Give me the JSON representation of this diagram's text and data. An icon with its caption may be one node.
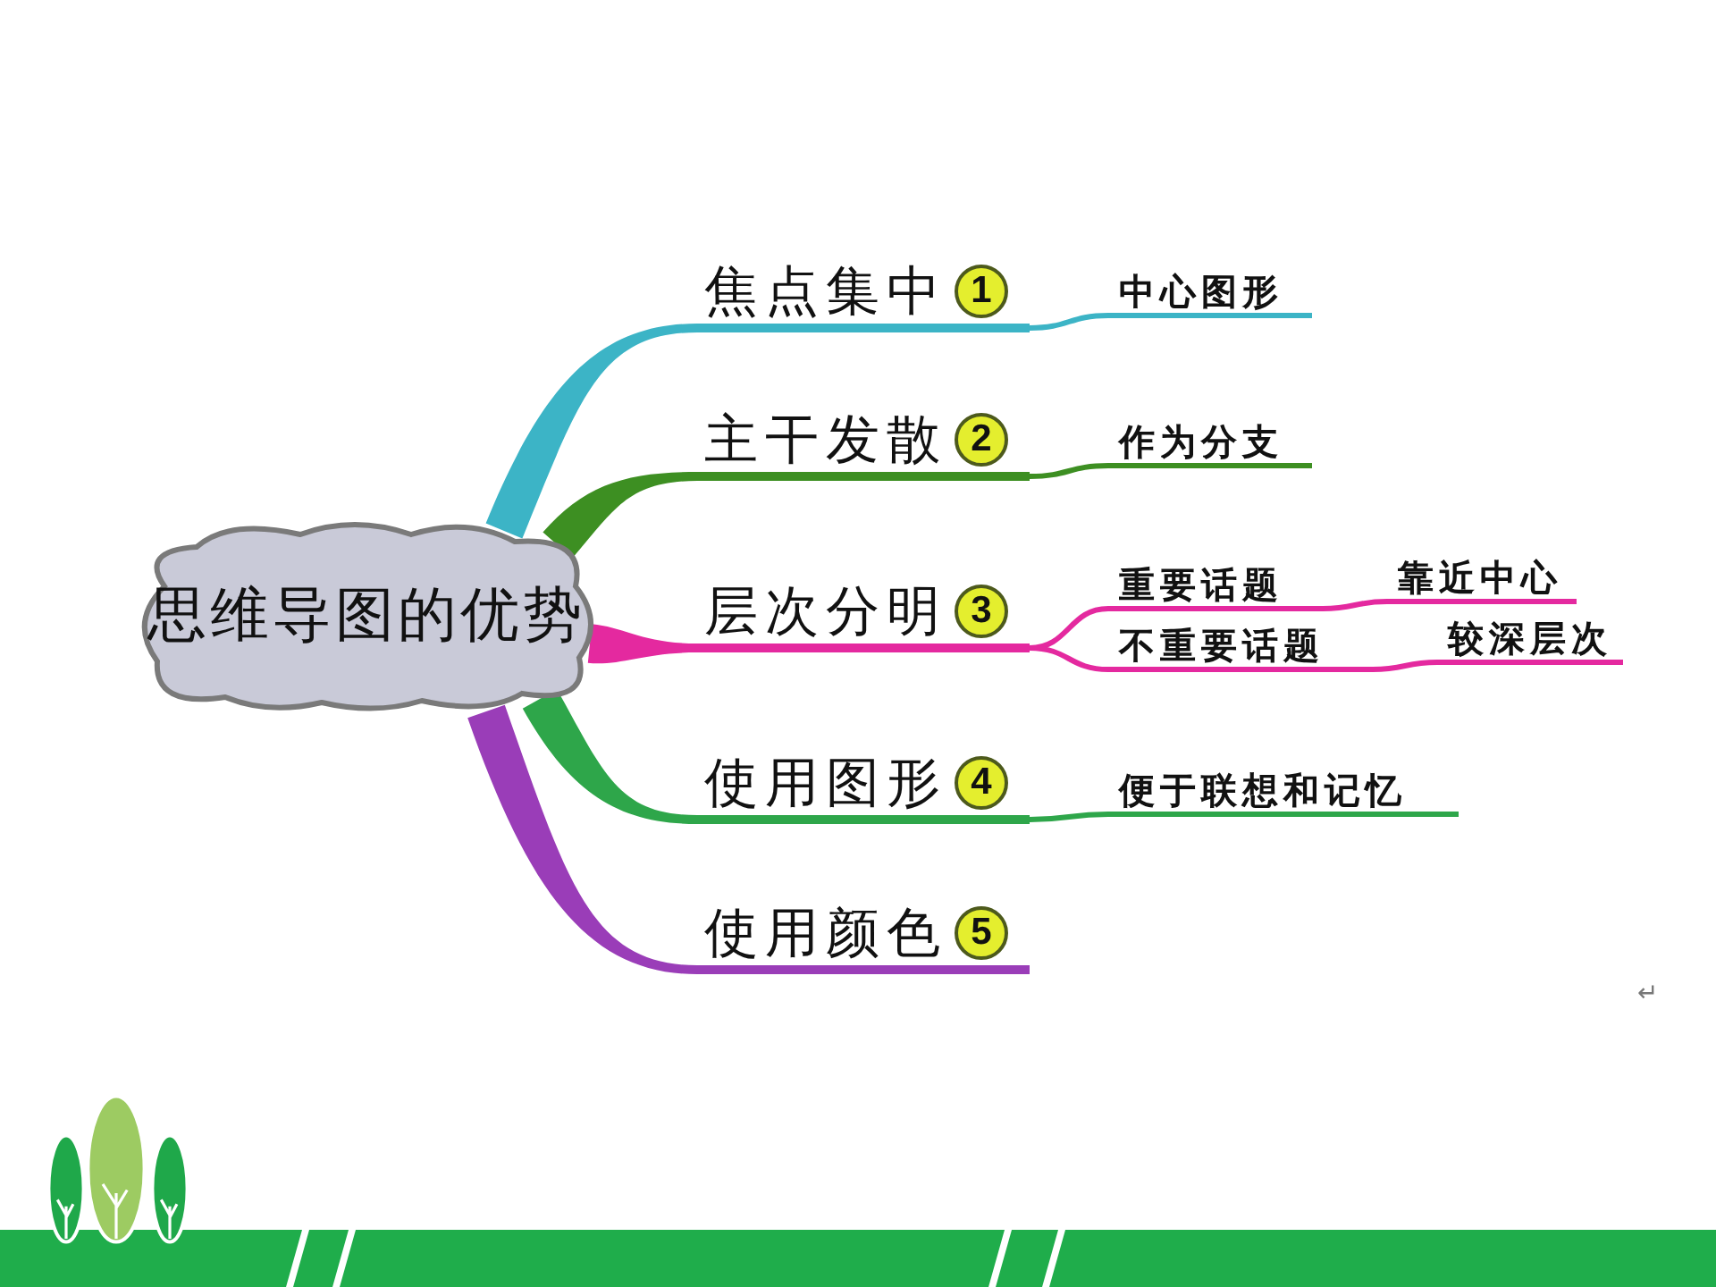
{
  "diagram": {
    "nodes": [
      {
        "text": [
          "思维导图的优势"
        ]
      },
      {
        "text": [
          "焦点集中",
          "1"
        ]
      },
      {
        "text": [
          "中心图形"
        ]
      },
      {
        "text": [
          "主干发散",
          "2"
        ]
      },
      {
        "text": [
          "作为分支"
        ]
      },
      {
        "text": [
          "层次分明",
          "3"
        ]
      },
      {
        "text": [
          "重要话题"
        ]
      },
      {
        "text": [
          "靠近中心"
        ]
      },
      {
        "text": [
          "不重要话题"
        ]
      },
      {
        "text": [
          "较深层次"
        ]
      },
      {
        "text": [
          "使用图形",
          "4"
        ]
      },
      {
        "text": [
          "便于联想和记忆"
        ]
      },
      {
        "text": [
          "使用颜色",
          "5"
        ]
      }
    ],
    "edges": [
      {
        "from": 0,
        "to": 1,
        "arrow": "none",
        "style": "thick",
        "color": "#3cb4c6"
      },
      {
        "from": 1,
        "to": 2,
        "arrow": "none",
        "color": "#3cb4c6"
      },
      {
        "from": 0,
        "to": 3,
        "arrow": "none",
        "style": "thick",
        "color": "#3d8f22"
      },
      {
        "from": 3,
        "to": 4,
        "arrow": "none",
        "color": "#3d8f22"
      },
      {
        "from": 0,
        "to": 5,
        "arrow": "none",
        "style": "thick",
        "color": "#e4299f"
      },
      {
        "from": 5,
        "to": 6,
        "arrow": "none",
        "color": "#e4299f"
      },
      {
        "from": 6,
        "to": 7,
        "arrow": "none",
        "color": "#e4299f"
      },
      {
        "from": 5,
        "to": 8,
        "arrow": "none",
        "color": "#e4299f"
      },
      {
        "from": 8,
        "to": 9,
        "arrow": "none",
        "color": "#e4299f"
      },
      {
        "from": 0,
        "to": 10,
        "arrow": "none",
        "style": "thick",
        "color": "#2ea64a"
      },
      {
        "from": 10,
        "to": 11,
        "arrow": "none",
        "color": "#2ea64a"
      },
      {
        "from": 0,
        "to": 12,
        "arrow": "none",
        "style": "thick",
        "color": "#9a3db8"
      }
    ],
    "labels": [
      "↵"
    ]
  }
}
